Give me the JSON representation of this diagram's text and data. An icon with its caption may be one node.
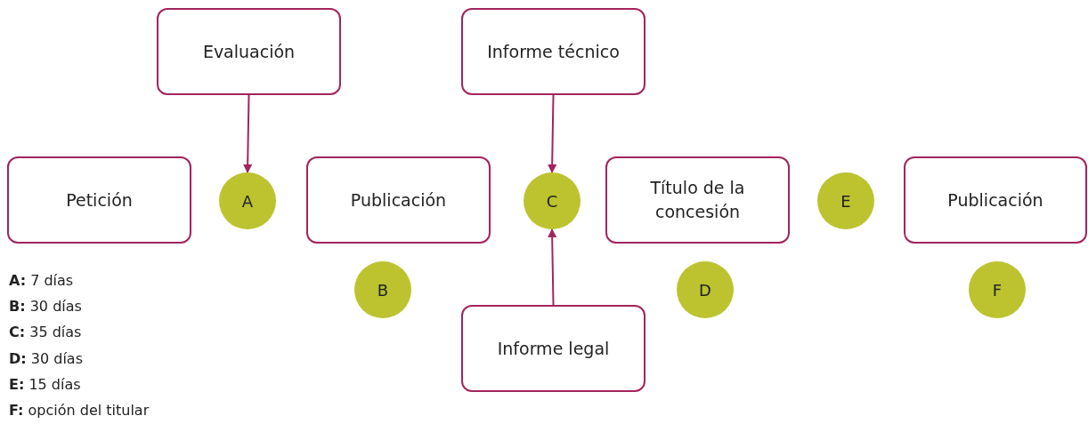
{
  "diagram": {
    "nodes": [
      {
        "text": [
          "Evaluación"
        ]
      },
      {
        "text": [
          "Informe técnico"
        ]
      },
      {
        "text": [
          "Petición"
        ]
      },
      {
        "text": [
          "A"
        ]
      },
      {
        "text": [
          "Publicación"
        ]
      },
      {
        "text": [
          "C"
        ]
      },
      {
        "text": [
          "Título de la concesión"
        ]
      },
      {
        "text": [
          "E"
        ]
      },
      {
        "text": [
          "Publicación"
        ]
      },
      {
        "text": [
          "B"
        ]
      },
      {
        "text": [
          "D"
        ]
      },
      {
        "text": [
          "F"
        ]
      },
      {
        "text": [
          "Informe legal"
        ]
      }
    ],
    "edges": [
      {
        "from": 0,
        "to": 3,
        "arrow": "to"
      },
      {
        "from": 1,
        "to": 5,
        "arrow": "to"
      },
      {
        "from": 12,
        "to": 5,
        "arrow": "to"
      }
    ],
    "labels": [
      "**A:** 7 días",
      "**B:** 30 días",
      "**C:** 35 días",
      "**D:** 30 días",
      "**E:** 15 días",
      "**F:** opción del titular"
    ]
  }
}
